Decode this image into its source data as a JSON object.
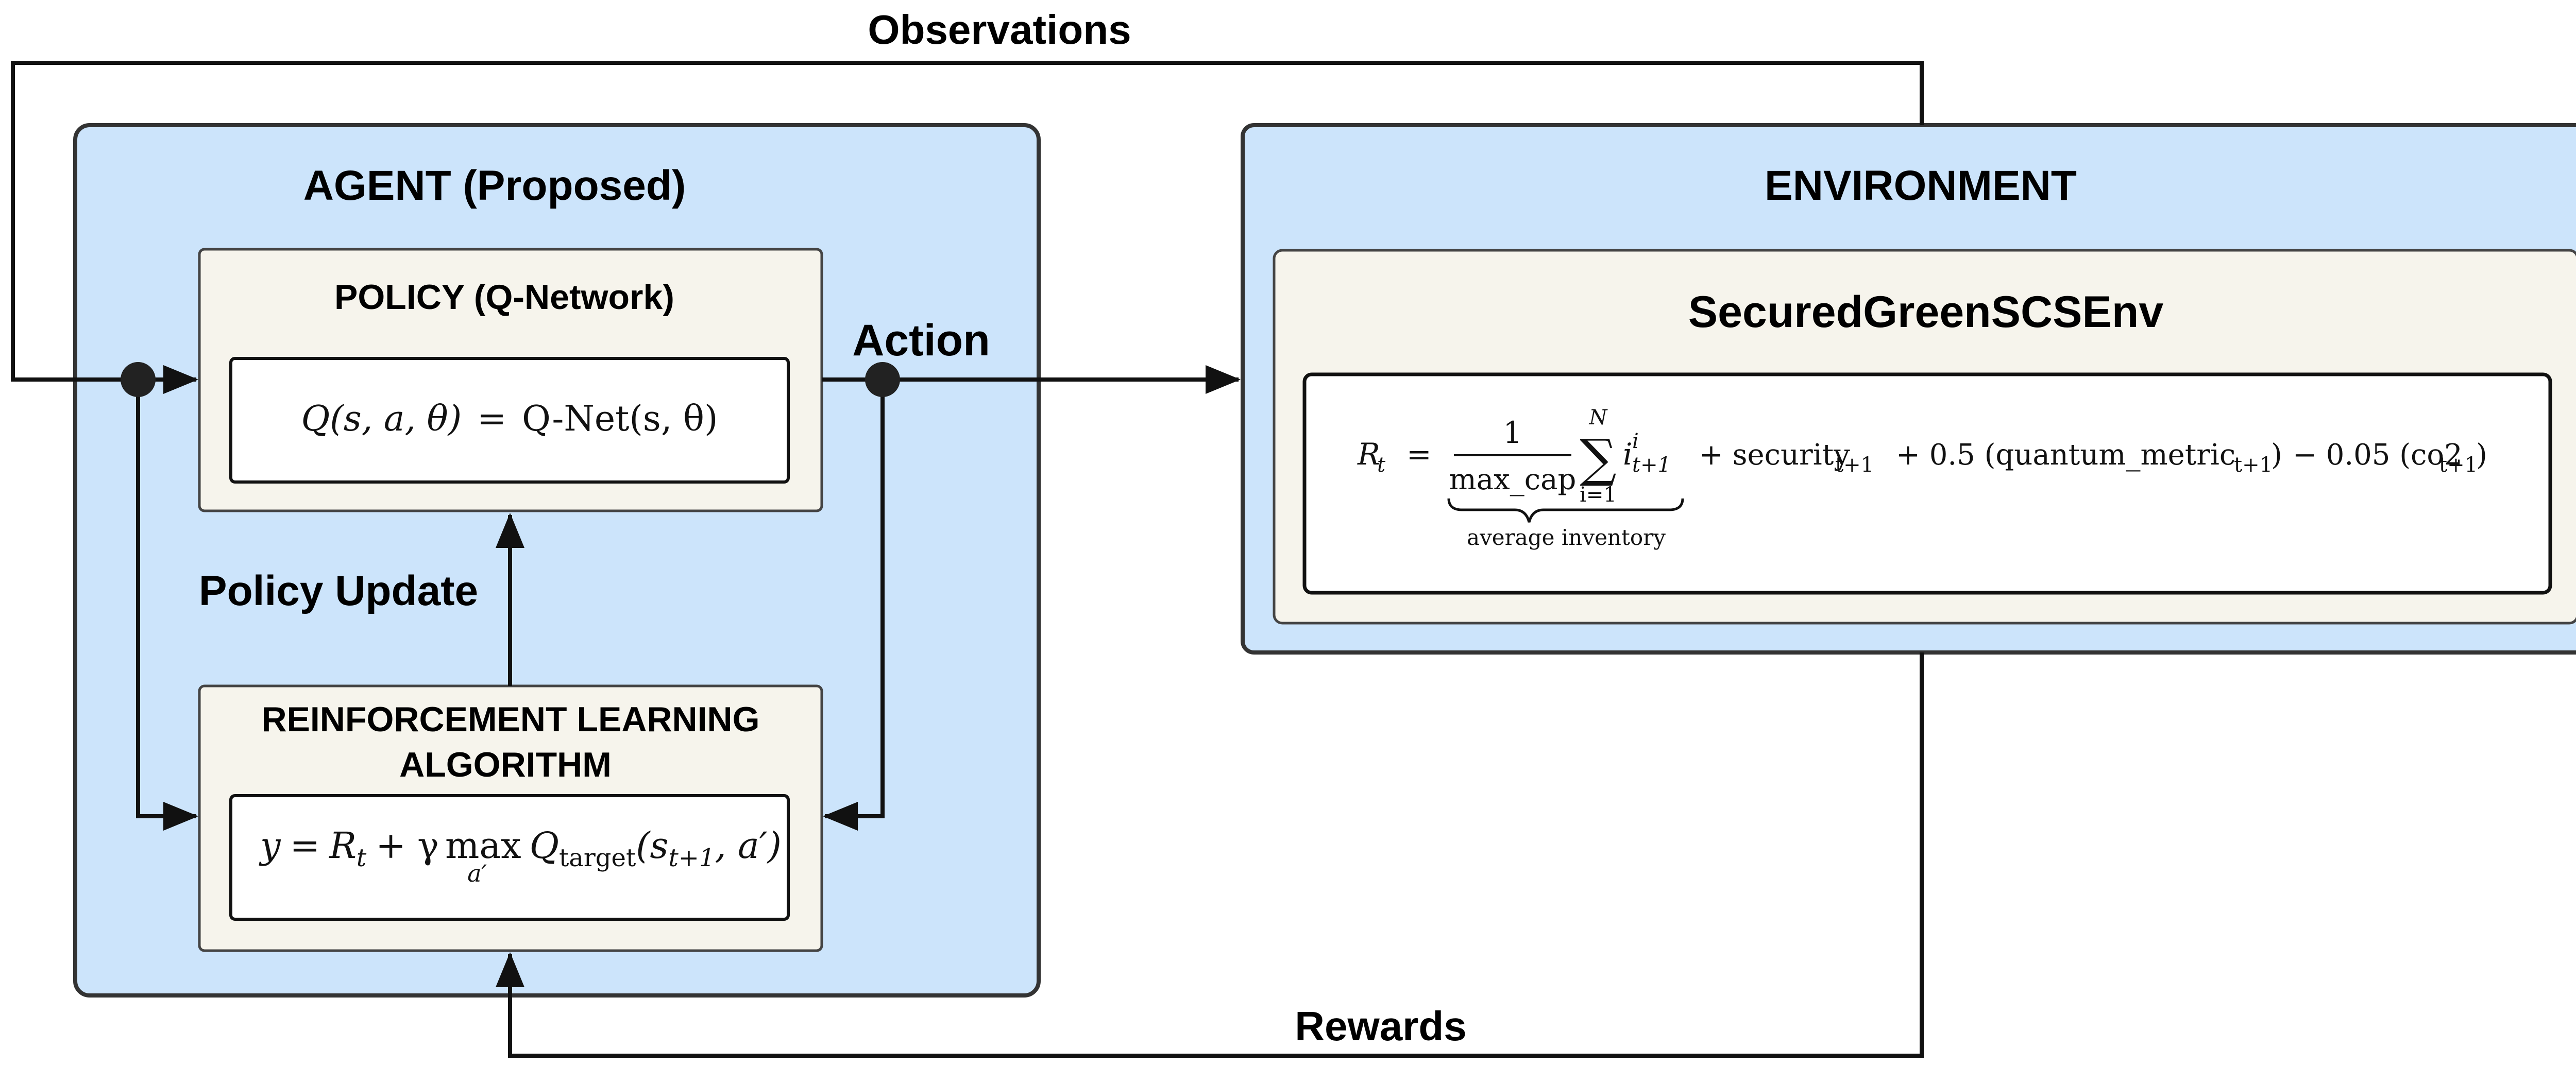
{
  "labels": {
    "observations": "Observations",
    "action": "Action",
    "policy_update": "Policy Update",
    "rewards": "Rewards"
  },
  "agent": {
    "title": "AGENT (Proposed)",
    "policy": {
      "title": "POLICY (Q-Network)",
      "formula": {
        "lhs": "Q",
        "args": "(s, a, θ)",
        "eq": "=",
        "rhs": "Q-Net(s, θ)"
      }
    },
    "rl": {
      "title_line1": "REINFORCEMENT LEARNING",
      "title_line2": "ALGORITHM",
      "formula": {
        "y": "y",
        "eq": "=",
        "r": "R",
        "r_sub": "t",
        "plus_gamma": "+ γ",
        "max": "max",
        "max_sub": "a′",
        "q": "Q",
        "q_sub": "target",
        "args_open": "(s",
        "args_sub": "t+1",
        "args_close": ", a′)"
      }
    }
  },
  "environment": {
    "title": "ENVIRONMENT",
    "env_name": "SecuredGreenSCSEnv",
    "formula": {
      "lhs": "R",
      "lhs_sub": "t",
      "eq": "=",
      "frac_num": "1",
      "frac_den": "max_cap",
      "sum_sym": "∑",
      "sum_top": "N",
      "sum_bottom": "i=1",
      "term": "i",
      "term_sup": "i",
      "term_sub": "t+1",
      "brace_label": "average inventory",
      "security": "+ security",
      "security_sub": "t+1",
      "quantum_coef": "+  0.5 (quantum_metric",
      "quantum_sub": "t+1",
      "quantum_close": ")",
      "co2_coef": "−  0.05 (co2",
      "co2_sub": "t+1",
      "co2_close": ")"
    }
  },
  "colors": {
    "panel_fill": "#cce4fb",
    "panel_stroke": "#333333",
    "inner_fill": "#f6f4ec",
    "arrow": "#111111"
  }
}
